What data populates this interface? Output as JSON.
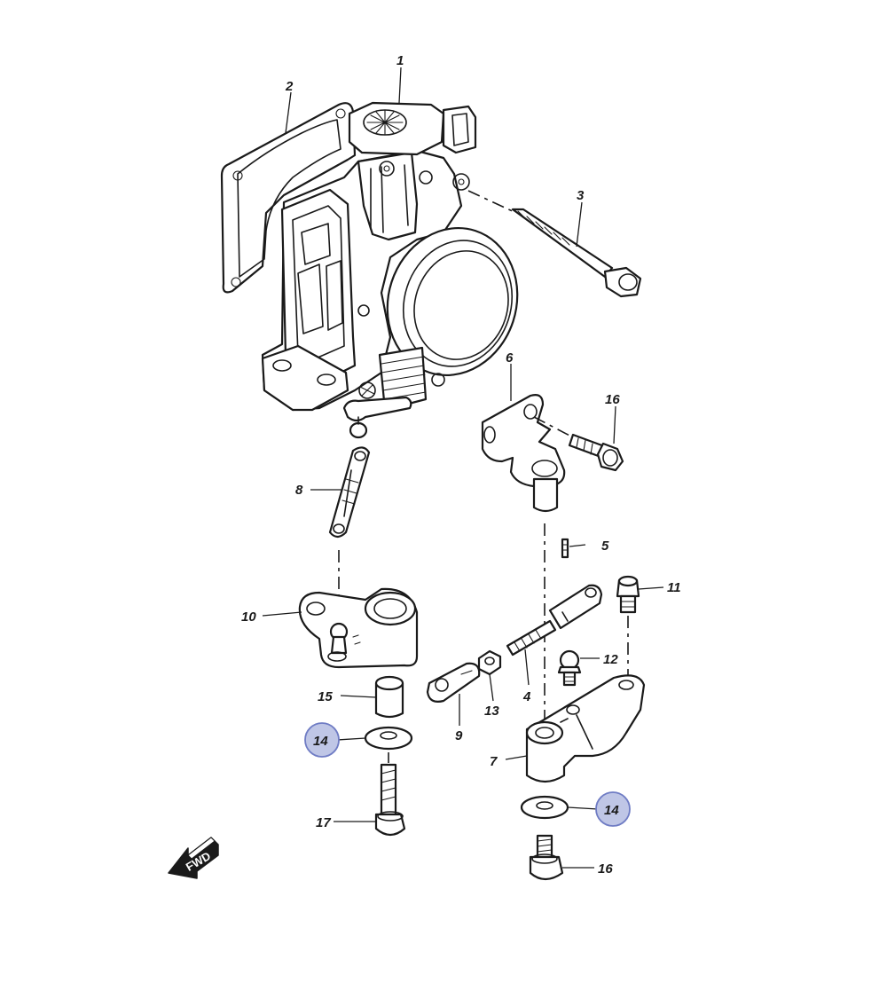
{
  "callouts": [
    {
      "id": "c1",
      "text": "1"
    },
    {
      "id": "c2",
      "text": "2"
    },
    {
      "id": "c3",
      "text": "3"
    },
    {
      "id": "c4",
      "text": "4"
    },
    {
      "id": "c5",
      "text": "5"
    },
    {
      "id": "c6",
      "text": "6"
    },
    {
      "id": "c7",
      "text": "7"
    },
    {
      "id": "c8",
      "text": "8"
    },
    {
      "id": "c9",
      "text": "9"
    },
    {
      "id": "c10",
      "text": "10"
    },
    {
      "id": "c11",
      "text": "11"
    },
    {
      "id": "c12",
      "text": "12"
    },
    {
      "id": "c13",
      "text": "13"
    },
    {
      "id": "c14a",
      "text": "14",
      "highlighted": true
    },
    {
      "id": "c14b",
      "text": "14",
      "highlighted": true
    },
    {
      "id": "c15",
      "text": "15"
    },
    {
      "id": "c16a",
      "text": "16"
    },
    {
      "id": "c16b",
      "text": "16"
    },
    {
      "id": "c17",
      "text": "17"
    }
  ],
  "direction_arrow": {
    "label": "FWD",
    "icon": "forward-arrow-icon"
  },
  "colors": {
    "line": "#1a1a1a",
    "highlight_fill": "#bfc6e6",
    "highlight_stroke": "#6f7cc4",
    "background": "#ffffff"
  }
}
